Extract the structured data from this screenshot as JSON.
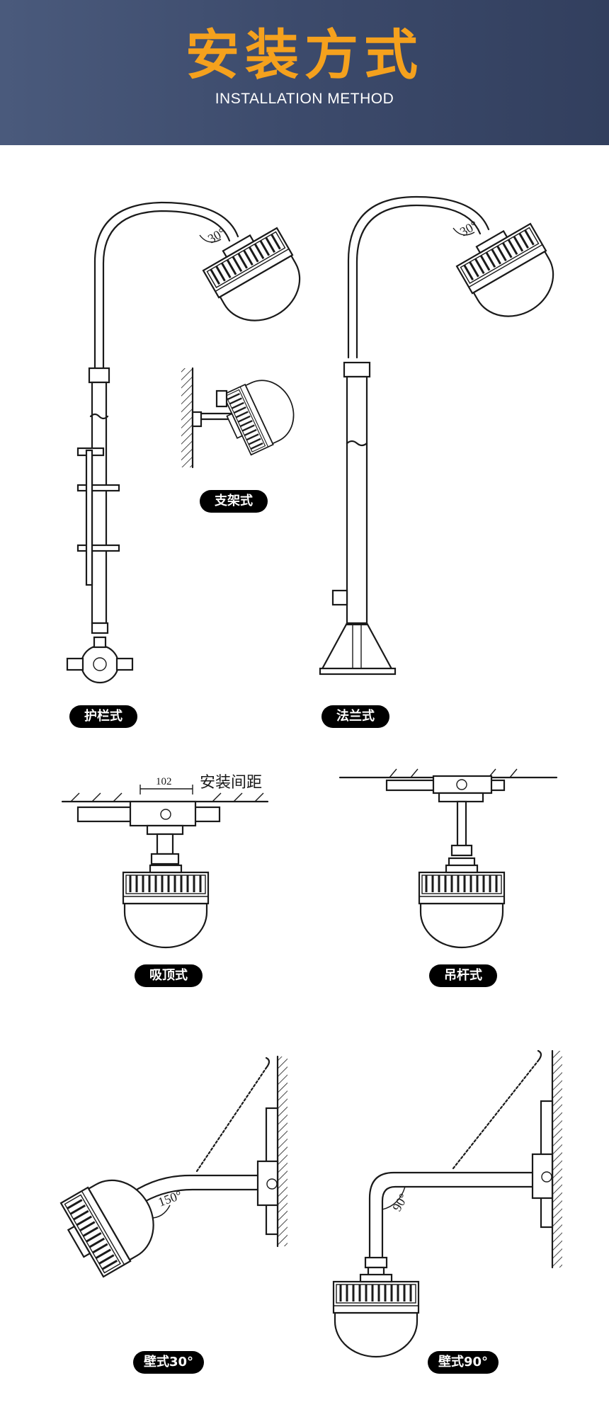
{
  "header": {
    "title": "安装方式",
    "subtitle": "INSTALLATION METHOD",
    "title_color": "#f5a11d",
    "background_color": "#3c4a6b"
  },
  "methods": [
    {
      "label": "护栏式"
    },
    {
      "label": "支架式"
    },
    {
      "label": "法兰式"
    },
    {
      "label": "吸顶式"
    },
    {
      "label": "吊杆式"
    },
    {
      "label": "壁式30°"
    },
    {
      "label": "壁式90°"
    }
  ],
  "annotations": {
    "spacing_dimension": "102",
    "spacing_label": "安装间距",
    "arm_angle_1": "30°",
    "arm_angle_2": "30°",
    "wall_angle_150": "150°",
    "wall_angle_90": "90°"
  }
}
